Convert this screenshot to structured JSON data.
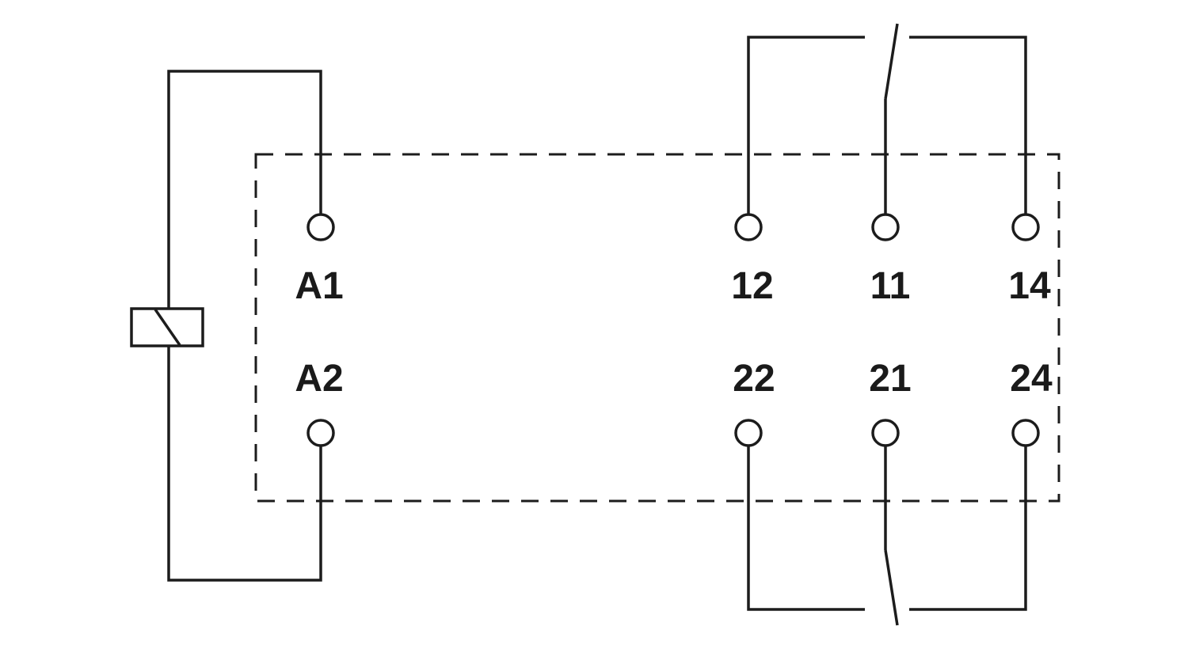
{
  "diagram": {
    "kind": "relay-wiring-schematic",
    "coil": {
      "terminals": [
        {
          "id": "A1",
          "label": "A1"
        },
        {
          "id": "A2",
          "label": "A2"
        }
      ]
    },
    "contacts": {
      "top_row": [
        {
          "id": "12",
          "label": "12"
        },
        {
          "id": "11",
          "label": "11"
        },
        {
          "id": "14",
          "label": "14"
        }
      ],
      "bottom_row": [
        {
          "id": "22",
          "label": "22"
        },
        {
          "id": "21",
          "label": "21"
        },
        {
          "id": "24",
          "label": "24"
        }
      ]
    },
    "colors": {
      "line": "#1c1c1c",
      "background": "#ffffff"
    }
  }
}
